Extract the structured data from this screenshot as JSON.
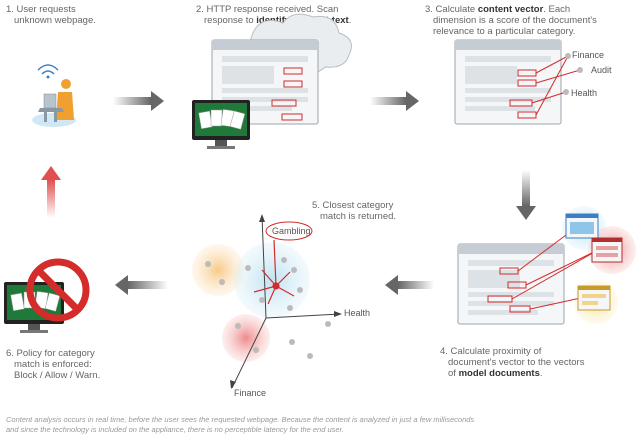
{
  "steps": {
    "s1": {
      "line1": "1. User requests",
      "line2": "unknown webpage."
    },
    "s2": {
      "line1": "2. HTTP response received. Scan",
      "line2_pre": "response to ",
      "line2_bold": "identify relevant text",
      "line2_post": "."
    },
    "s3": {
      "line1_pre": "3. Calculate ",
      "line1_bold": "content vector",
      "line1_post": ". Each",
      "line2": "dimension is a score of the document's",
      "line3": "relevance to a particular category."
    },
    "s4": {
      "line1": "4. Calculate proximity of",
      "line2": "document's vector to the vectors",
      "line3_pre": "of ",
      "line3_bold": "model documents",
      "line3_post": "."
    },
    "s5": {
      "line1": "5. Closest category",
      "line2": "match is returned."
    },
    "s6": {
      "line1": "6. Policy for category",
      "line2": "match is enforced:",
      "line3": "Block / Allow / Warn."
    }
  },
  "categories": {
    "finance": "Finance",
    "audit": "Audit",
    "health": "Health",
    "gambling": "Gambling"
  },
  "axes": {
    "health": "Health",
    "finance": "Finance"
  },
  "footnote": {
    "line1": "Content analysis occurs in real time, before the user sees the requested webpage. Because the content is analyzed in just a few milliseconds",
    "line2": "and since the technology is included on the appliance, there is no perceptible latency for the end user."
  },
  "colors": {
    "highlight": "#d42b2b",
    "arrow": "#666666",
    "up_arrow": "#e05050",
    "screen_blue": "#3a7fc4"
  },
  "icons": [
    "user-laptop-icon",
    "cloud-icon",
    "browser-window-icon",
    "cards-monitor-icon",
    "prohibited-icon",
    "model-document-icon"
  ]
}
